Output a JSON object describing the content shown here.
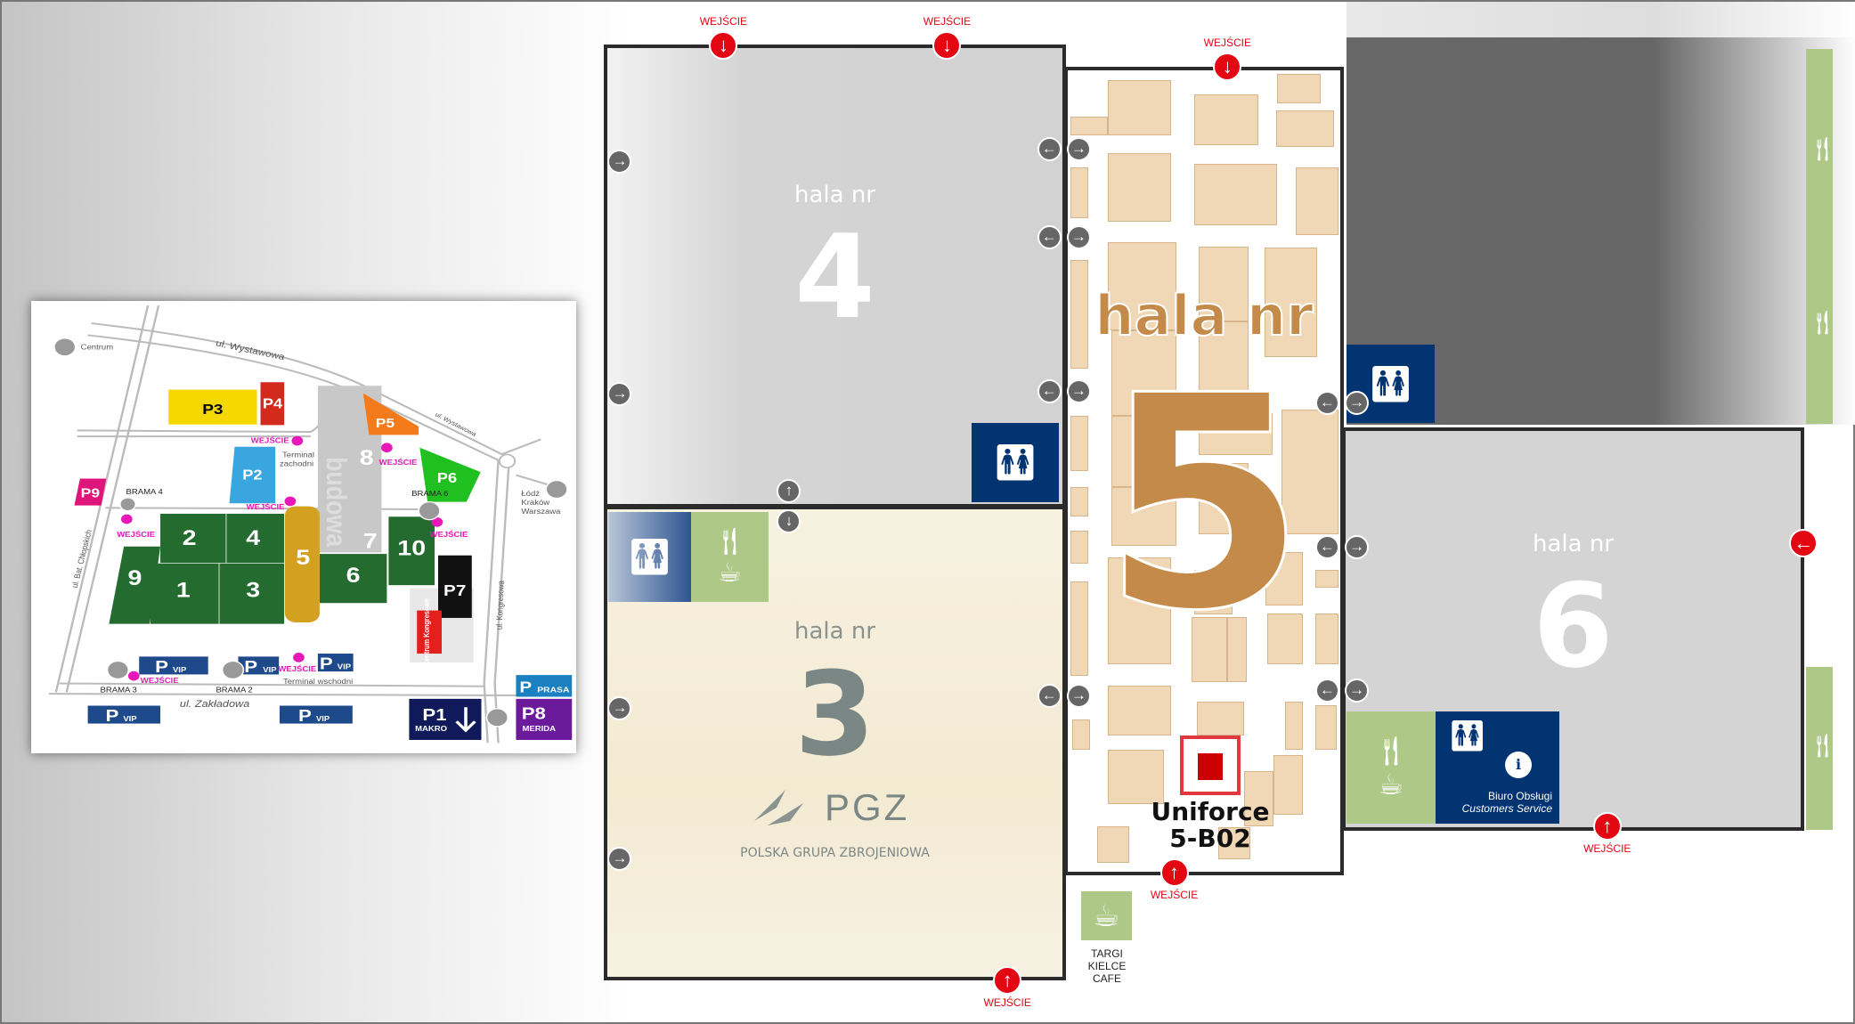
{
  "inset_map": {
    "parkings": {
      "p3": "P3",
      "p4": "P4",
      "p2": "P2",
      "p9": "P9",
      "p5": "P5",
      "p6": "P6",
      "p7": "P7",
      "p1": "P1",
      "p1_sub": "MAKRO",
      "p8": "P8",
      "p8_sub": "MERIDA",
      "prasa_p": "P",
      "prasa": "PRASA",
      "vip_p": "P",
      "vip": "VIP"
    },
    "halls": {
      "h1": "1",
      "h2": "2",
      "h3": "3",
      "h4": "4",
      "h5": "5",
      "h6": "6",
      "h7": "7",
      "h8": "8",
      "h9": "9",
      "h10": "10"
    },
    "labels": {
      "centrum": "Centrum",
      "wystawowa": "ul. Wystawowa",
      "wystawowa2": "ul. Wystawowa",
      "terminal_z1": "Terminal",
      "terminal_z2": "zachodni",
      "brama4": "BRAMA 4",
      "brama6": "BRAMA 6",
      "lodz": "Łódź",
      "krakow": "Kraków",
      "warszawa": "Warszawa",
      "chlopskich": "ul. Bat. Chłopskich",
      "kongresowa": "ul. Kongresowa",
      "brama3": "BRAMA 3",
      "brama2": "BRAMA 2",
      "zakladowa": "ul. Zakładowa",
      "terminal_w": "Terminal wschodni",
      "budowa": "budowa",
      "centrum_kongr": "Centrum Kongresowe",
      "wejscie": "WEJŚCIE"
    }
  },
  "halls": {
    "hall4": {
      "label": "hala nr",
      "number": "4"
    },
    "hall3": {
      "label": "hala nr",
      "number": "3"
    },
    "hall5": {
      "label": "hala nr",
      "number": "5"
    },
    "hall6": {
      "label": "hala nr",
      "number": "6"
    }
  },
  "sponsor": {
    "name": "PGZ",
    "full": "POLSKA GRUPA ZBROJENIOWA"
  },
  "booth_highlight": {
    "company": "Uniforce",
    "stand": "5-B02"
  },
  "entrance_label": "WEJŚCIE",
  "cafe": {
    "line1": "TARGI",
    "line2": "KIELCE",
    "line3": "CAFE"
  },
  "service": {
    "line1": "Biuro Obsługi",
    "line2": "Customers Service"
  },
  "colors": {
    "entrance": "#e30613",
    "hall5": "#c48a4a",
    "booth": "#f0d7b6",
    "navy": "#023471",
    "green": "#aec888"
  }
}
